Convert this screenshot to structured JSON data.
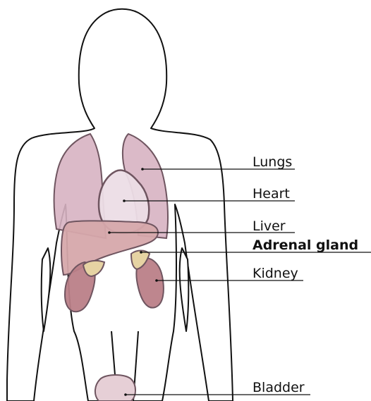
{
  "labels": {
    "lungs": "Lungs",
    "heart": "Heart",
    "liver": "Liver",
    "adrenal": "Adrenal gland",
    "kidney": "Kidney",
    "bladder": "Bladder"
  },
  "colors": {
    "outline": "#111111",
    "lungs": "#d7b3c2",
    "heart": "#ecdde6",
    "liver": "#d6a8ab",
    "kidney": "#bb8088",
    "adrenal": "#e6d3a3",
    "bladder": "#e6cfd6"
  }
}
